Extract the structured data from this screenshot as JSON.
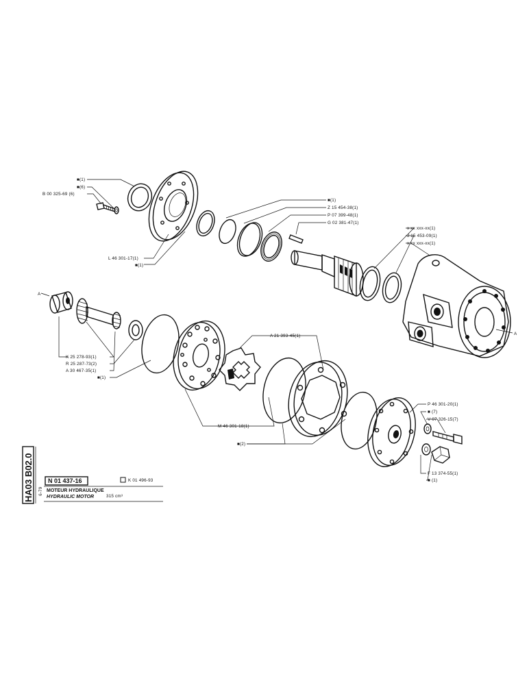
{
  "title_block": {
    "part_number": "N 01 437-16",
    "alt_ref": "K 01 496-93",
    "date": "6-79",
    "title_fr": "MOTEUR HYDRAULIQUE",
    "title_en": "HYDRAULIC MOTOR",
    "displacement": "315 cm³",
    "page_ref": "HA03 B02.0"
  },
  "callouts": {
    "c01": "■(1)",
    "c02": "■(6)",
    "c03": "B 00 325-69 (6)",
    "c04": "L 46 301-17(1)",
    "c05": "■(1)",
    "c06": "■(1)",
    "c07": "Z 15 454-38(1)",
    "c08": "P 07 399-48(1)",
    "c09": "G 02 381-47(1)",
    "c10": "x xx xxx-xx(1)",
    "c11": "J 15 453-09(1)",
    "c12": "x xx xxx-xx(1)",
    "c13": "A",
    "c14": "A",
    "c15": "K 25 278-93(1)",
    "c16": "R 25 287-73(2)",
    "c17": "A 30 467-35(1)",
    "c18": "■(1)",
    "c19": "A 21 393-45(1)",
    "c20": "M 46 301-18(1)",
    "c21": "■(2)",
    "c22": "P 46 301-20(1)",
    "c23": "■ (7)",
    "c24": "V 07 326-15(7)",
    "c25": "F 13 374-55(1)",
    "c26": "■ (1)"
  }
}
